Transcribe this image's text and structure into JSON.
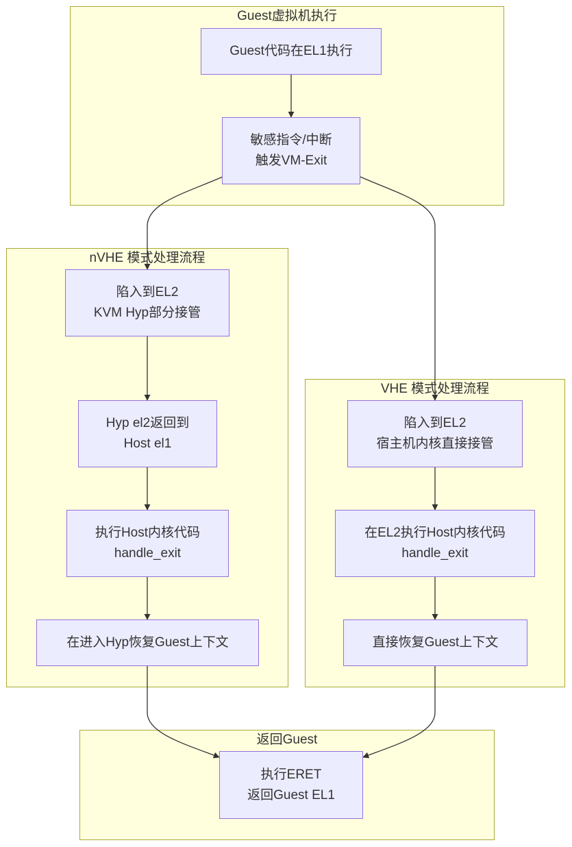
{
  "colors": {
    "cluster_fill": "#ffffde",
    "cluster_stroke": "#aaaa33",
    "node_fill": "#ececff",
    "node_stroke": "#9370db",
    "edge": "#333333",
    "text": "#333333"
  },
  "clusters": [
    {
      "id": "guest",
      "title": "Guest虚拟机执行"
    },
    {
      "id": "nvhe",
      "title": "nVHE 模式处理流程"
    },
    {
      "id": "vhe",
      "title": "VHE 模式处理流程"
    },
    {
      "id": "ret",
      "title": "返回Guest"
    }
  ],
  "nodes": [
    {
      "id": "g1",
      "lines": [
        "Guest代码在EL1执行"
      ]
    },
    {
      "id": "g2",
      "lines": [
        "敏感指令/中断",
        "触发VM-Exit"
      ]
    },
    {
      "id": "n1",
      "lines": [
        "陷入到EL2",
        "KVM Hyp部分接管"
      ]
    },
    {
      "id": "n2",
      "lines": [
        "Hyp el2返回到",
        "Host el1"
      ]
    },
    {
      "id": "n3",
      "lines": [
        "执行Host内核代码",
        "handle_exit"
      ]
    },
    {
      "id": "n4",
      "lines": [
        "在进入Hyp恢复Guest上下文"
      ]
    },
    {
      "id": "v1",
      "lines": [
        "陷入到EL2",
        "宿主机内核直接接管"
      ]
    },
    {
      "id": "v2",
      "lines": [
        "在EL2执行Host内核代码",
        "handle_exit"
      ]
    },
    {
      "id": "v3",
      "lines": [
        "直接恢复Guest上下文"
      ]
    },
    {
      "id": "r1",
      "lines": [
        "执行ERET",
        "返回Guest EL1"
      ]
    }
  ],
  "edges": [
    {
      "from": "g1",
      "to": "g2"
    },
    {
      "from": "g2",
      "to": "n1"
    },
    {
      "from": "g2",
      "to": "v1"
    },
    {
      "from": "n1",
      "to": "n2"
    },
    {
      "from": "n2",
      "to": "n3"
    },
    {
      "from": "n3",
      "to": "n4"
    },
    {
      "from": "v1",
      "to": "v2"
    },
    {
      "from": "v2",
      "to": "v3"
    },
    {
      "from": "n4",
      "to": "r1"
    },
    {
      "from": "v3",
      "to": "r1"
    }
  ]
}
